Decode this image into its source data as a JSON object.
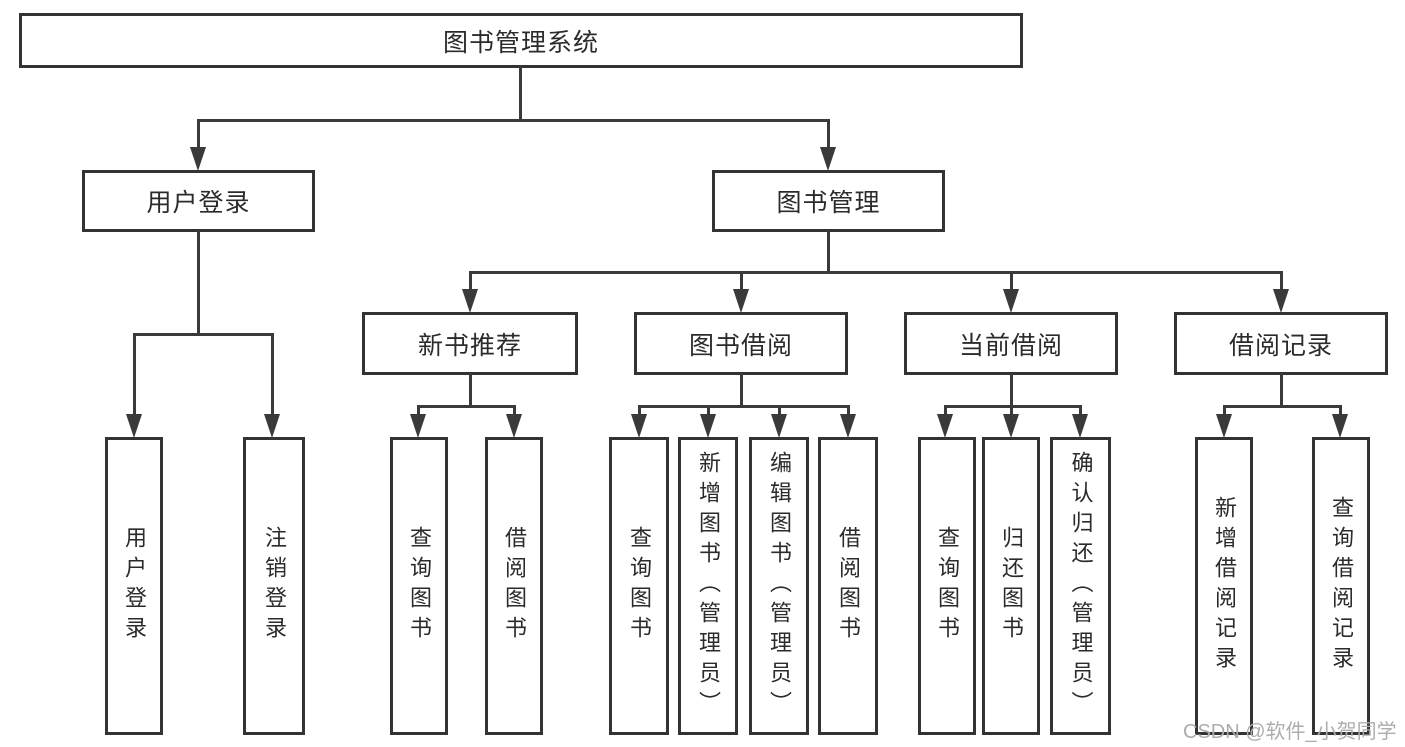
{
  "title": {
    "label": "图书管理系统"
  },
  "branches": {
    "user_login": {
      "label": "用户登录",
      "children": [
        {
          "label": "用户登录"
        },
        {
          "label": "注销登录"
        }
      ]
    },
    "book_mgmt": {
      "label": "图书管理",
      "children": [
        {
          "label": "新书推荐",
          "children": [
            {
              "label": "查询图书"
            },
            {
              "label": "借阅图书"
            }
          ]
        },
        {
          "label": "图书借阅",
          "children": [
            {
              "label": "查询图书"
            },
            {
              "label": "新增图书（管理员）"
            },
            {
              "label": "编辑图书（管理员）"
            },
            {
              "label": "借阅图书"
            }
          ]
        },
        {
          "label": "当前借阅",
          "children": [
            {
              "label": "查询图书"
            },
            {
              "label": "归还图书"
            },
            {
              "label": "确认归还（管理员）"
            }
          ]
        },
        {
          "label": "借阅记录",
          "children": [
            {
              "label": "新增借阅记录"
            },
            {
              "label": "查询借阅记录"
            }
          ]
        }
      ]
    }
  },
  "watermark": {
    "text": "CSDN @软件_小贺同学"
  },
  "colors": {
    "line": "#3a3a3a",
    "border": "#333333",
    "text": "#2b2b2b",
    "watermark": "#adadad",
    "background": "#ffffff"
  }
}
